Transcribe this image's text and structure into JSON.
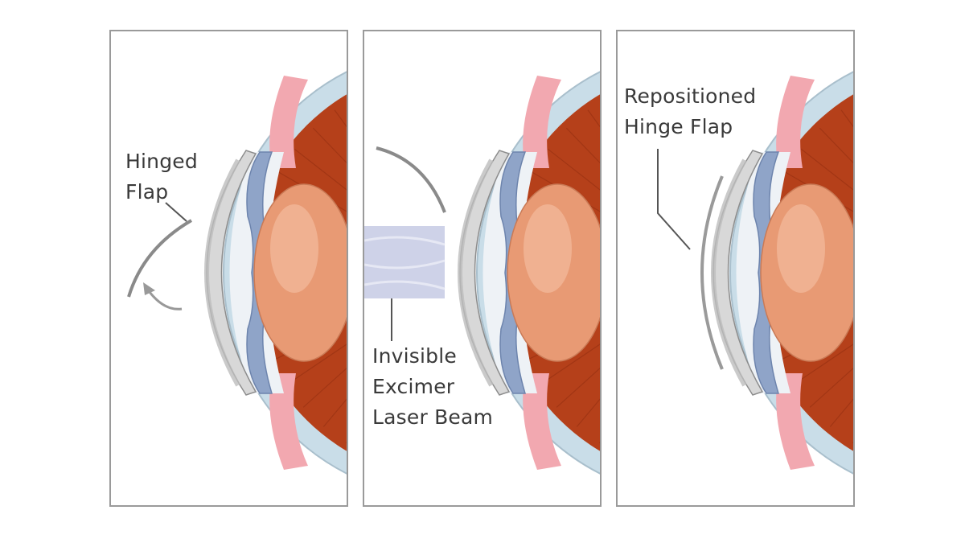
{
  "labels": {
    "panel1": [
      "Hinged",
      "Flap"
    ],
    "panel2": [
      "Invisible",
      "Excimer",
      "Laser Beam"
    ],
    "panel3": [
      "Repositioned",
      "Hinge Flap"
    ]
  },
  "colors": {
    "muscle": "#b5401a",
    "muscle_dark": "#8e2c0f",
    "sclera": "#c9dde8",
    "pink": "#f2a8b0",
    "iris": "#8fa4c8",
    "lens": "#e89a74",
    "cornea": "#d8d8d8",
    "beam": "#c9cde6",
    "frame": "#9a9a9a"
  }
}
